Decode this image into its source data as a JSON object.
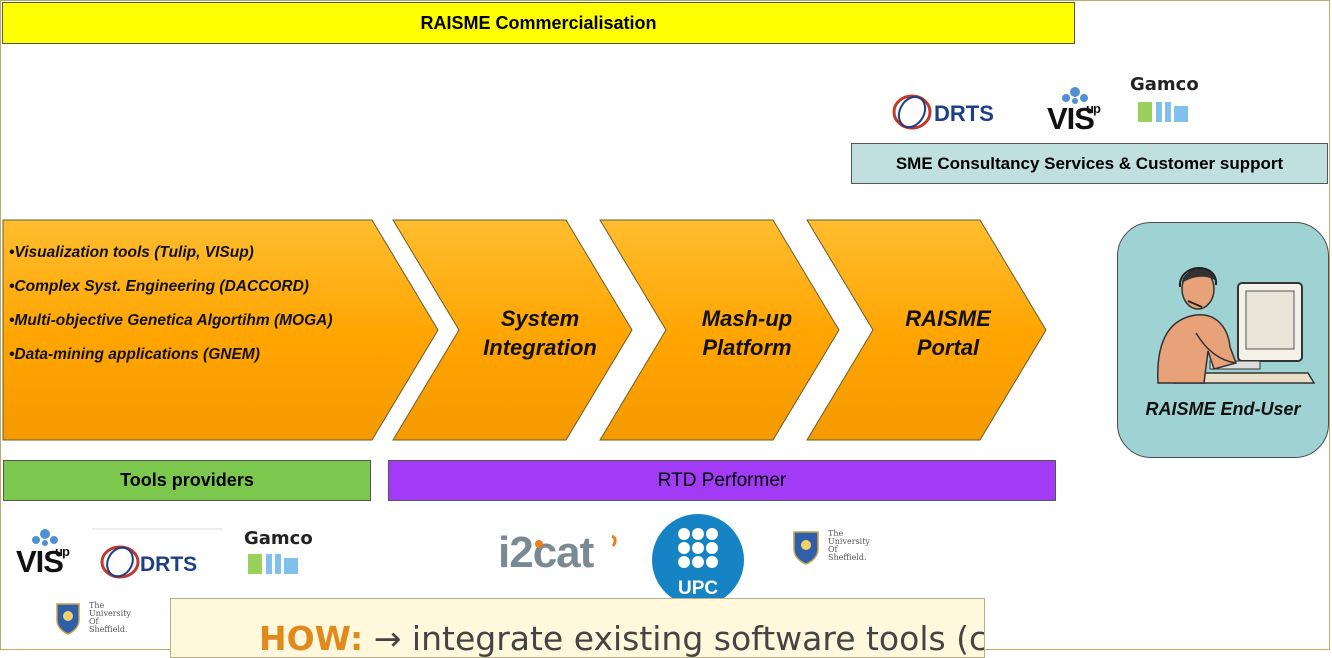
{
  "colors": {
    "commercialisation_bar": "#ffff00",
    "sme_bar": "#bfe0df",
    "tools_bar": "#7cc84e",
    "rtd_bar": "#a13bf5",
    "chevron": "#ffa500",
    "enduser_box": "#9fd3d3",
    "how_keyword": "#e08a1e"
  },
  "top": {
    "commercialisation": "RAISME Commercialisation",
    "sme_services": "SME Consultancy Services & Customer support"
  },
  "flow": {
    "tools": [
      "•Visualization tools (Tulip, VISup)",
      "•Complex Syst. Engineering (DACCORD)",
      "•Multi-objective Genetica Algortihm (MOGA)",
      "•Data-mining applications (GNEM)"
    ],
    "stages": [
      {
        "line1": "System",
        "line2": "Integration"
      },
      {
        "line1": "Mash-up",
        "line2": "Platform"
      },
      {
        "line1": "RAISME",
        "line2": "Portal"
      }
    ],
    "end_user": "RAISME End-User"
  },
  "bottom": {
    "tools_providers": "Tools providers",
    "rtd_performer": "RTD Performer"
  },
  "logos": {
    "drts": "DRTS",
    "visup": "VIS",
    "visup_sup": "up",
    "gamco": "Gamco",
    "i2cat": "i2cat",
    "upc": "UPC",
    "sheffield": [
      "The",
      "University",
      "Of",
      "Sheffield."
    ]
  },
  "how": {
    "keyword": "HOW:",
    "arrow": "→",
    "text": "integrate existing software tools (currently"
  }
}
